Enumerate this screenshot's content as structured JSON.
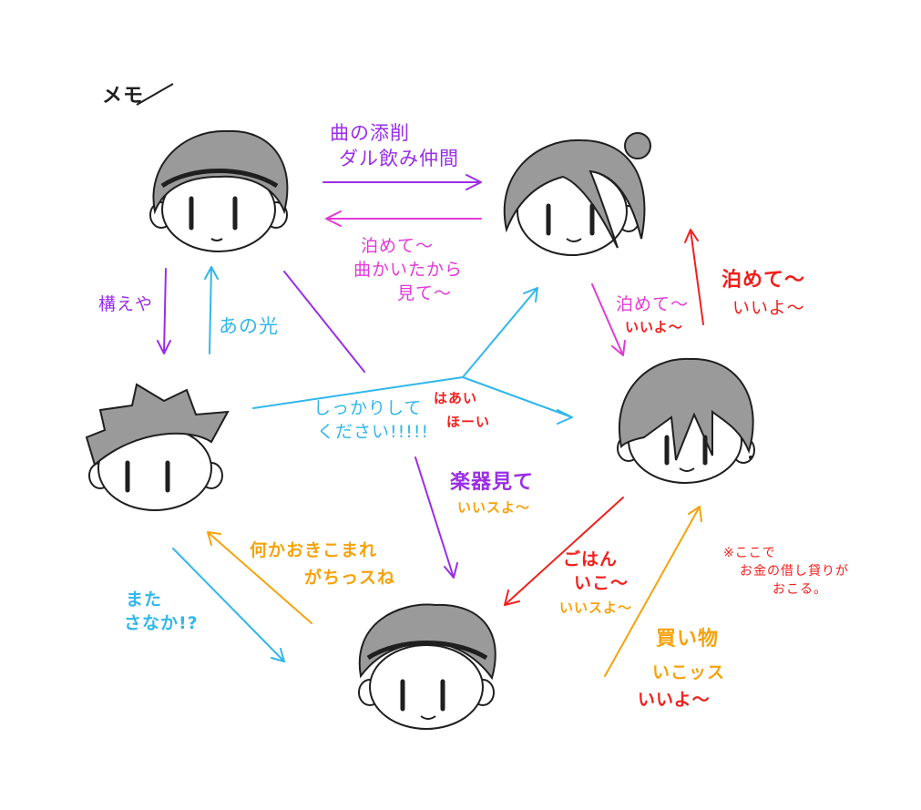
{
  "colors": {
    "purple": "#9a2ee6",
    "magenta": "#e23ad6",
    "cyan": "#31b7ea",
    "red": "#f0201c",
    "orange": "#f5a30c",
    "ink": "#1f1f1f",
    "hair": "#8c8c8c"
  },
  "memo": "メモ",
  "labels": {
    "top_purple_1": "曲の添削",
    "top_purple_2": "ダル飲み仲間",
    "top_magenta_1": "泊めて〜",
    "top_magenta_2": "曲かいたから",
    "top_magenta_3": "見て〜",
    "left_purple": "構えや",
    "left_cyan": "あの光",
    "center_cyan_1": "しっかりして",
    "center_cyan_2": "ください!!!!!",
    "center_red_1": "はあい",
    "center_red_2": "ほーい",
    "right_magenta": "泊めて〜",
    "right_red_1": "いいよ〜",
    "right_red_big_1": "泊めて〜",
    "right_red_big_2": "いいよ〜",
    "gakki_1": "楽器見て",
    "gakki_2": "いいスよ〜",
    "nanika_1": "何かおきこまれ",
    "nanika_2": "がちっスね",
    "mata_1": "また",
    "mata_2": "さなか!?",
    "gohan_1": "ごはん",
    "gohan_2": "いこ〜",
    "gohan_3": "いいスよ〜",
    "kaimono_1": "買い物",
    "kaimono_2": "いこッス",
    "kaimono_3": "いいよ〜",
    "note_1": "※ここで",
    "note_2": "お金の借し貸りが",
    "note_3": "おこる。"
  }
}
